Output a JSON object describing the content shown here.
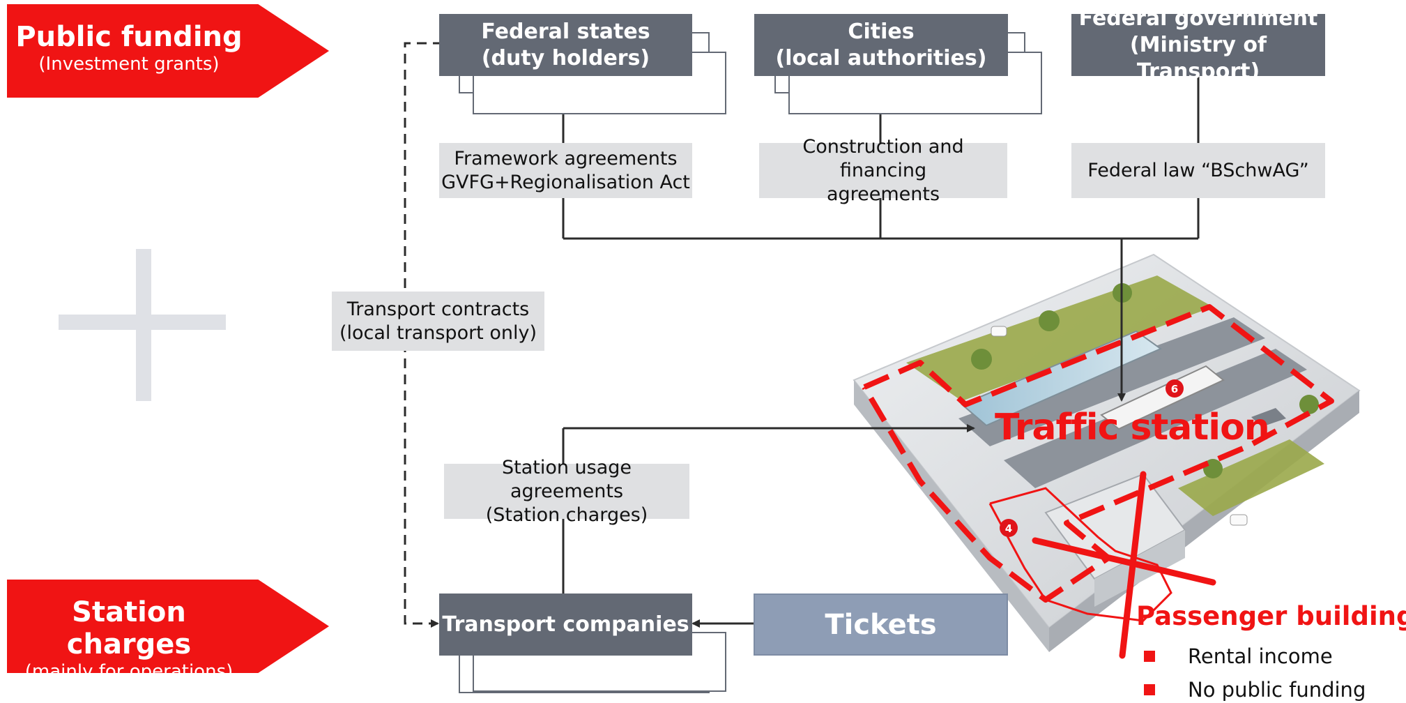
{
  "colors": {
    "accent_red": "#f01414",
    "dark_box": "#636974",
    "light_box": "#dfe0e2",
    "tickets_box": "#8e9db5",
    "plus_sign": "#dfe1e6"
  },
  "left_tags": {
    "public_funding": {
      "title": "Public funding",
      "subtitle": "(Investment grants)"
    },
    "station_charges": {
      "title": "Station charges",
      "subtitle": "(mainly for operations)"
    }
  },
  "entities": {
    "federal_states": {
      "line1": "Federal states",
      "line2": "(duty holders)"
    },
    "cities": {
      "line1": "Cities",
      "line2": "(local authorities)"
    },
    "federal_government": {
      "line1": "Federal government",
      "line2": "(Ministry of Transport)"
    },
    "transport_companies": "Transport companies",
    "tickets": "Tickets"
  },
  "agreements": {
    "framework": {
      "line1": "Framework agreements",
      "line2": "GVFG+Regionalisation Act"
    },
    "construction": {
      "line1": "Construction and financing",
      "line2": "agreements"
    },
    "federal_law": "Federal law “BSchwAG”",
    "transport_contracts": {
      "line1": "Transport contracts",
      "line2": "(local transport only)"
    },
    "station_usage": {
      "line1": "Station usage agreements",
      "line2": "(Station charges)"
    }
  },
  "illustration": {
    "traffic_station_label": "Traffic station",
    "passenger_buildings_label": "Passenger buildings",
    "markers": [
      "4",
      "6"
    ],
    "passenger_buildings_points": [
      "Rental income",
      "No public funding"
    ]
  }
}
